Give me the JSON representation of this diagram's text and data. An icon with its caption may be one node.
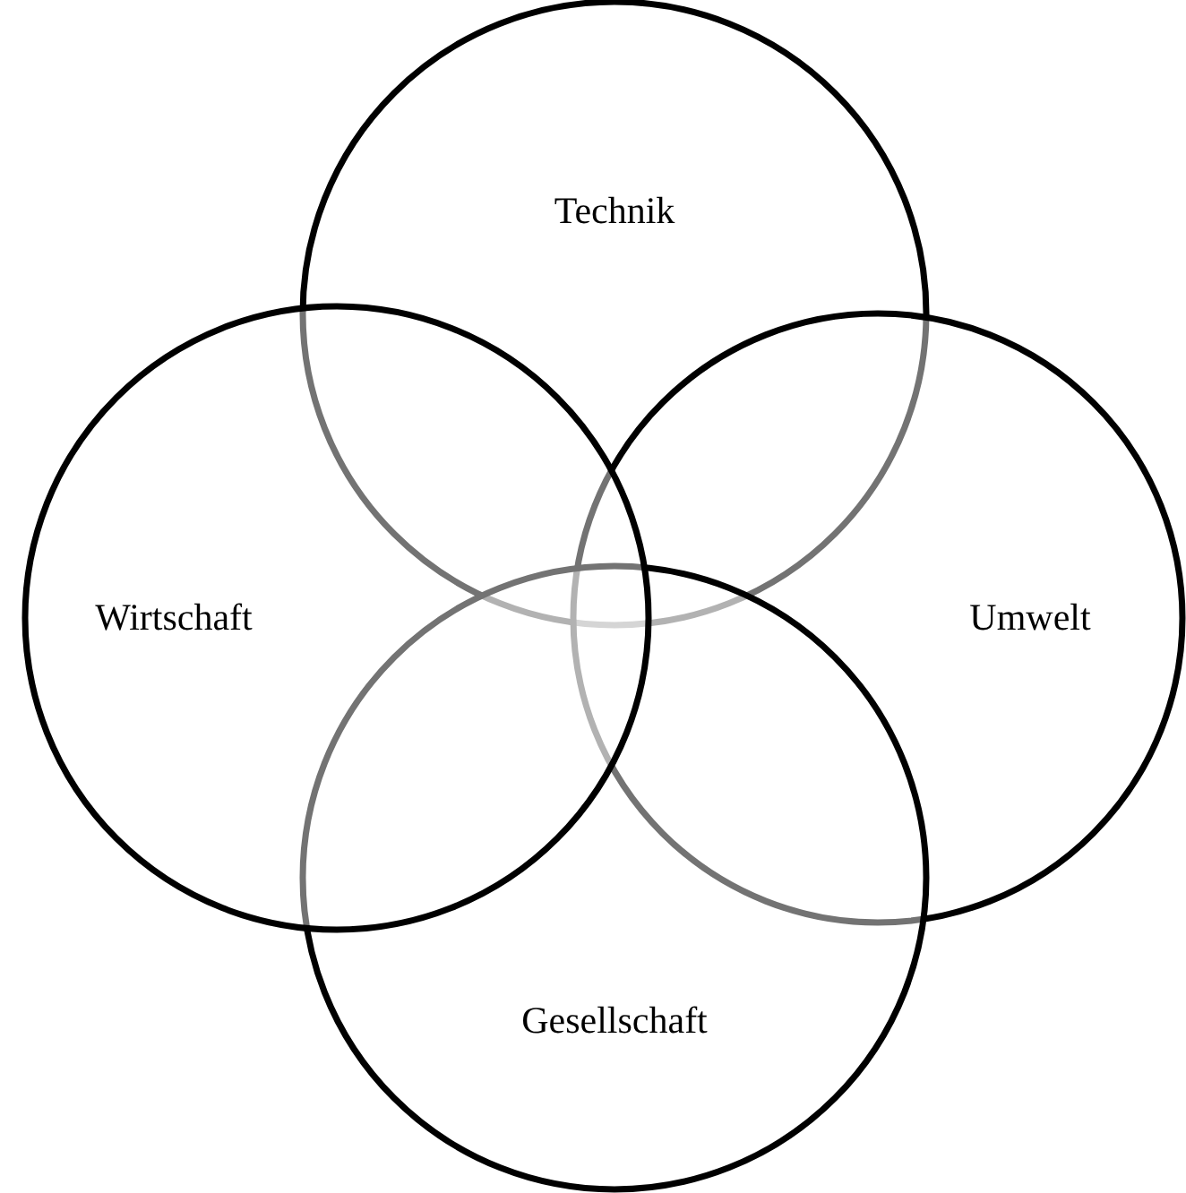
{
  "diagram": {
    "nodes": [
      {
        "text": [
          "Technik"
        ]
      },
      {
        "text": [
          "Wirtschaft"
        ]
      },
      {
        "text": [
          "Umwelt"
        ]
      },
      {
        "text": [
          "Gesellschaft"
        ]
      }
    ],
    "edges": []
  }
}
